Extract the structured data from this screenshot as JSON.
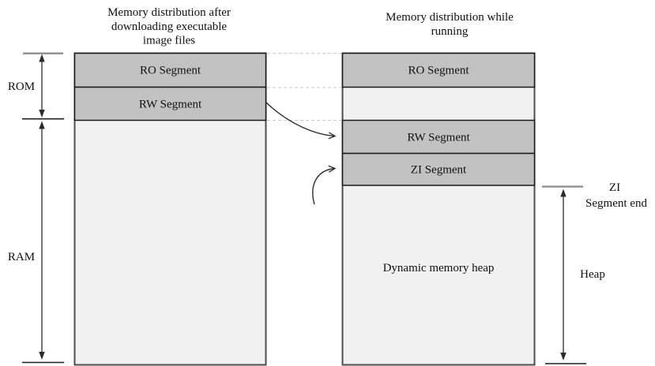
{
  "titles": {
    "left_column": [
      "Memory distribution after",
      "downloading executable",
      "image files"
    ],
    "right_column": [
      "Memory distribution while",
      "running"
    ]
  },
  "left_column": {
    "ro_segment": "RO Segment",
    "rw_segment": "RW Segment"
  },
  "right_column": {
    "ro_segment": "RO Segment",
    "rw_segment": "RW Segment",
    "zi_segment": "ZI Segment",
    "heap_region": "Dynamic memory heap"
  },
  "measures": {
    "rom": "ROM",
    "ram": "RAM",
    "heap": "Heap",
    "zi_end": [
      "ZI",
      "Segment end"
    ]
  },
  "colors": {
    "segment_fill": "#c2c2c2",
    "column_fill": "#f1f1f1",
    "dashed_line": "#c9c9c9",
    "tick_gray": "#8f8f8f",
    "line_dark": "#1f1f1f"
  }
}
